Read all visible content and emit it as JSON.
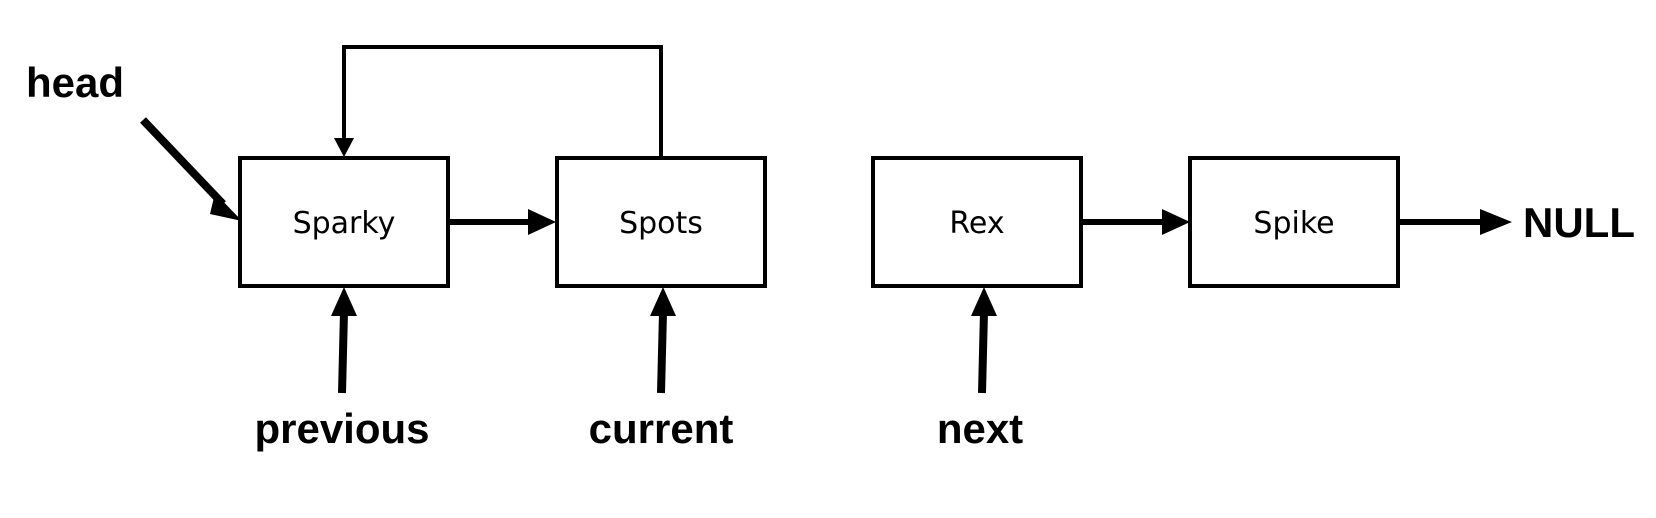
{
  "nodes": {
    "sparky": "Sparky",
    "spots": "Spots",
    "rex": "Rex",
    "spike": "Spike"
  },
  "pointers": {
    "head": "head",
    "previous": "previous",
    "current": "current",
    "next": "next",
    "null": "NULL"
  }
}
